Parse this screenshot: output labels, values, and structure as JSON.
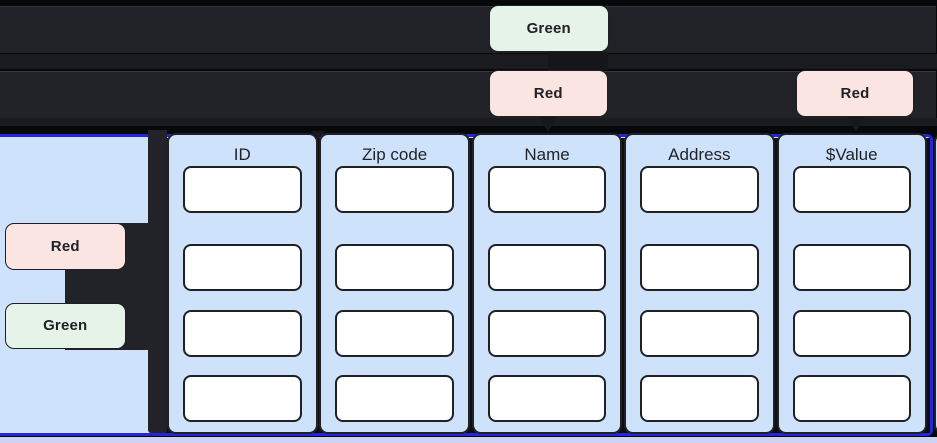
{
  "top_row_chips": {
    "green": "Green",
    "red_center": "Red",
    "red_right": "Red"
  },
  "left_panel_chips": {
    "red": "Red",
    "green": "Green"
  },
  "table": {
    "columns": [
      {
        "label": "ID"
      },
      {
        "label": "Zip code"
      },
      {
        "label": "Name"
      },
      {
        "label": "Address"
      },
      {
        "label": "$Value"
      }
    ],
    "cells_per_column": 4
  },
  "colors": {
    "accent-blue": "#2526d9",
    "panel-blue": "#cfe2fc",
    "chip-pink": "#fbe5e3",
    "chip-green": "#e6f3e9",
    "selection-lavender": "#ced3f3",
    "dark-bar": "#212227",
    "darker-band": "#1a1b1f"
  }
}
